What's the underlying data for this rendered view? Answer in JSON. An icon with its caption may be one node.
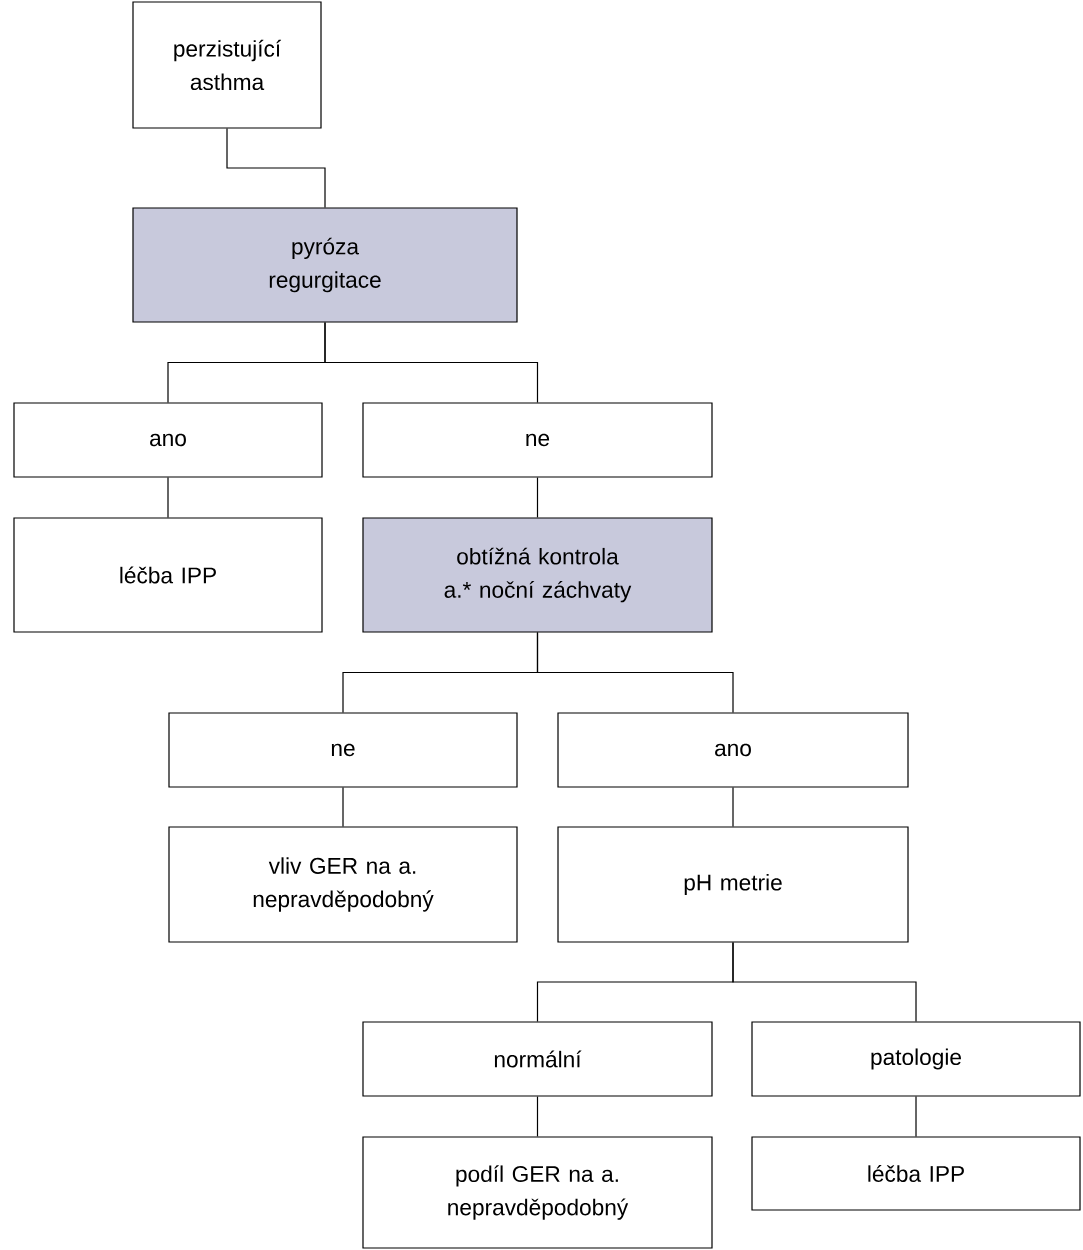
{
  "diagram": {
    "nodes": [
      {
        "text": [
          "perzistující asthma"
        ]
      },
      {
        "text": [
          "pyróza regurgitace"
        ]
      },
      {
        "text": [
          "ano"
        ]
      },
      {
        "text": [
          "ne"
        ]
      },
      {
        "text": [
          "léčba IPP"
        ]
      },
      {
        "text": [
          "obtížná kontrola a.* noční záchvaty"
        ]
      },
      {
        "text": [
          "ne"
        ]
      },
      {
        "text": [
          "ano"
        ]
      },
      {
        "text": [
          "vliv GER na a. nepravděpodobný"
        ]
      },
      {
        "text": [
          "pH metrie"
        ]
      },
      {
        "text": [
          "normální"
        ]
      },
      {
        "text": [
          "patologie"
        ]
      },
      {
        "text": [
          "podíl GER na a. nepravděpodobný"
        ]
      },
      {
        "text": [
          "léčba IPP"
        ]
      }
    ],
    "edges": [
      {
        "from": 0,
        "to": 1,
        "arrow": "none"
      },
      {
        "from": 1,
        "to": 2,
        "arrow": "none"
      },
      {
        "from": 1,
        "to": 3,
        "arrow": "none"
      },
      {
        "from": 2,
        "to": 4,
        "arrow": "none"
      },
      {
        "from": 3,
        "to": 5,
        "arrow": "none"
      },
      {
        "from": 5,
        "to": 6,
        "arrow": "none"
      },
      {
        "from": 5,
        "to": 7,
        "arrow": "none"
      },
      {
        "from": 6,
        "to": 8,
        "arrow": "none"
      },
      {
        "from": 7,
        "to": 9,
        "arrow": "none"
      },
      {
        "from": 9,
        "to": 10,
        "arrow": "none"
      },
      {
        "from": 9,
        "to": 11,
        "arrow": "none"
      },
      {
        "from": 10,
        "to": 12,
        "arrow": "none"
      },
      {
        "from": 11,
        "to": 13,
        "arrow": "none"
      }
    ]
  }
}
